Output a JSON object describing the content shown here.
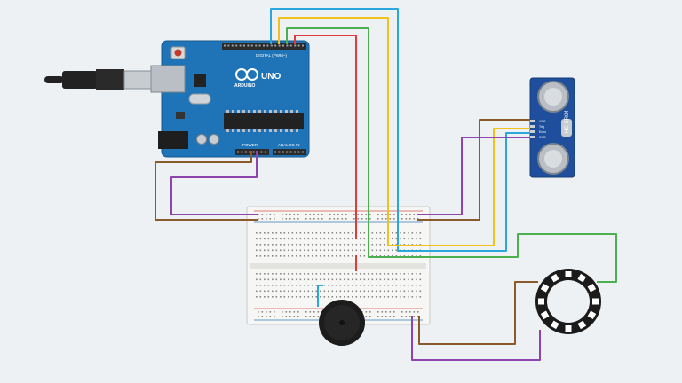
{
  "arduino": {
    "brand": "ARDUINO",
    "model": "UNO",
    "header_digital": "DIGITAL (PWM~)",
    "header_power": "POWER",
    "header_analog": "ANALOG IN"
  },
  "sensor": {
    "model": "HC-SR04",
    "pins": [
      "VCC",
      "Trig",
      "Echo",
      "GND"
    ]
  },
  "colors": {
    "background": "#eef1f4",
    "board": "#1f74b8",
    "wire_red": "#e23a3a",
    "wire_green": "#4caf50",
    "wire_yellow": "#f2c21a",
    "wire_blue": "#2aa7dc",
    "wire_brown": "#8b5a2b",
    "wire_purple": "#8e44ad",
    "breadboard": "#f6f6f4"
  }
}
